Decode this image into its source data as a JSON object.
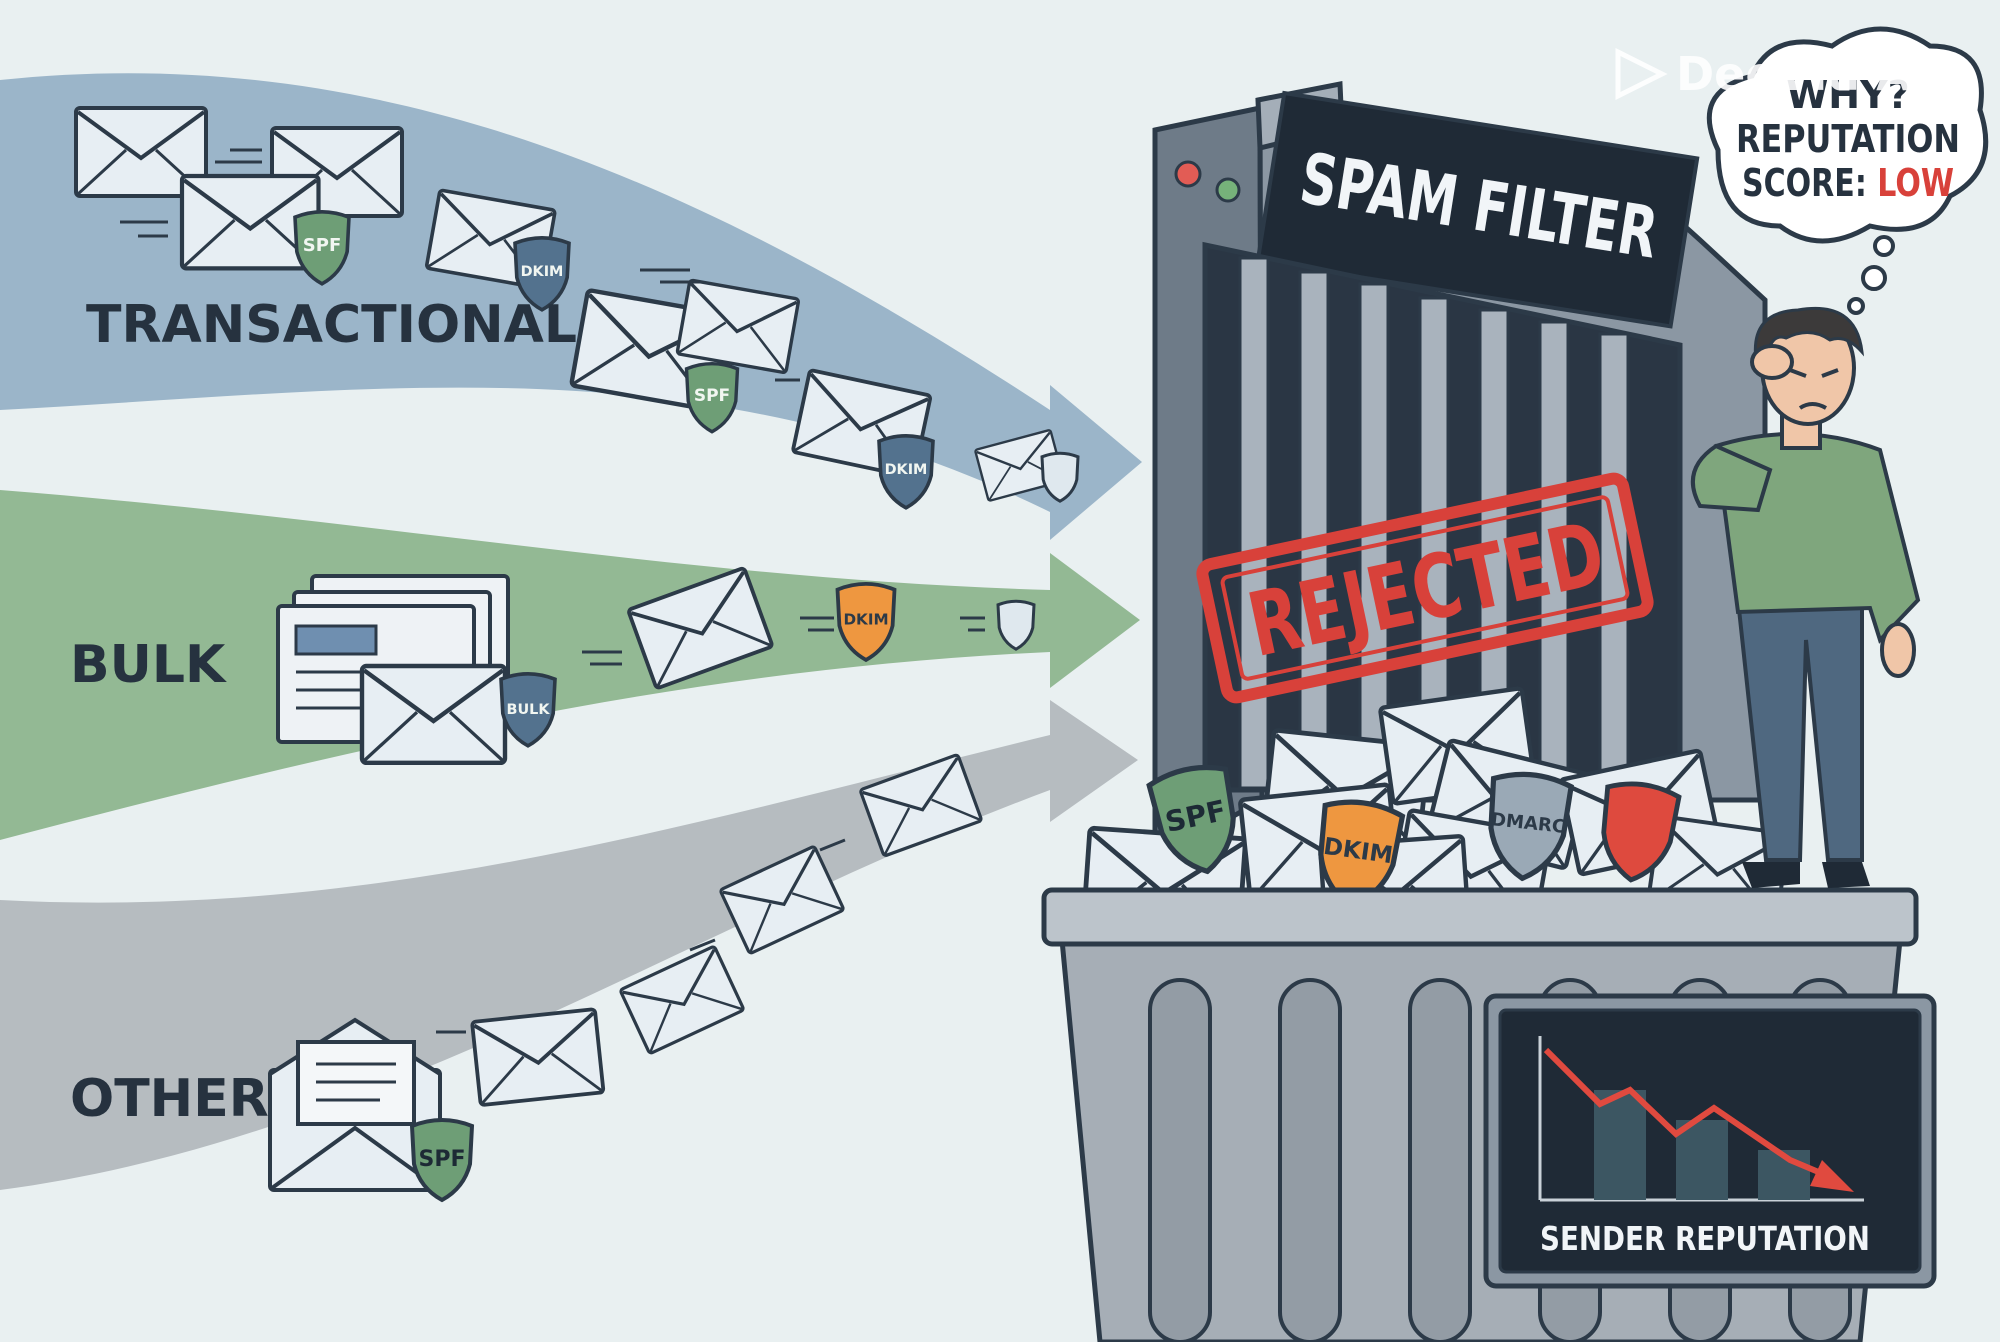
{
  "watermark": {
    "text": "DeeVid AI"
  },
  "streams": {
    "transactional": {
      "label": "TRANSACTIONAL",
      "color": "#9bb5c9"
    },
    "bulk": {
      "label": "BULK",
      "color": "#93b994"
    },
    "other": {
      "label": "OTHER",
      "color": "#b6bcc0"
    }
  },
  "badges": {
    "spf": "SPF",
    "dkim": "DKIM",
    "dmarc": "DMARC",
    "bulk": "BULK"
  },
  "filter": {
    "title": "SPAM FILTER",
    "stamp": "REJECTED",
    "stamp_color": "#d8413a"
  },
  "thought": {
    "line1": "WHY?",
    "line2": "REPUTATION",
    "line3_prefix": "SCORE: ",
    "line3_value": "LOW",
    "value_color": "#d8413a"
  },
  "reputation_panel": {
    "title": "SENDER REPUTATION",
    "trend": "down"
  }
}
